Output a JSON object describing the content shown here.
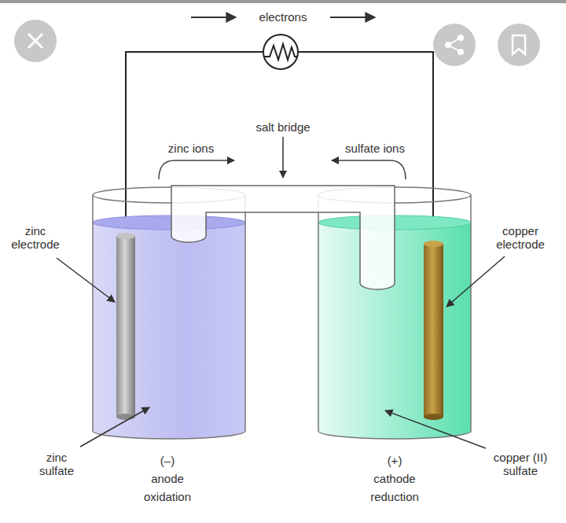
{
  "diagram": {
    "labels": [
      "electrons",
      "salt bridge",
      "zinc ions",
      "sulfate ions",
      "zinc electrode",
      "copper electrode",
      "zinc sulfate",
      "copper (II) sulfate",
      "(–)",
      "anode",
      "oxidation",
      "(+)",
      "cathode",
      "reduction"
    ]
  }
}
